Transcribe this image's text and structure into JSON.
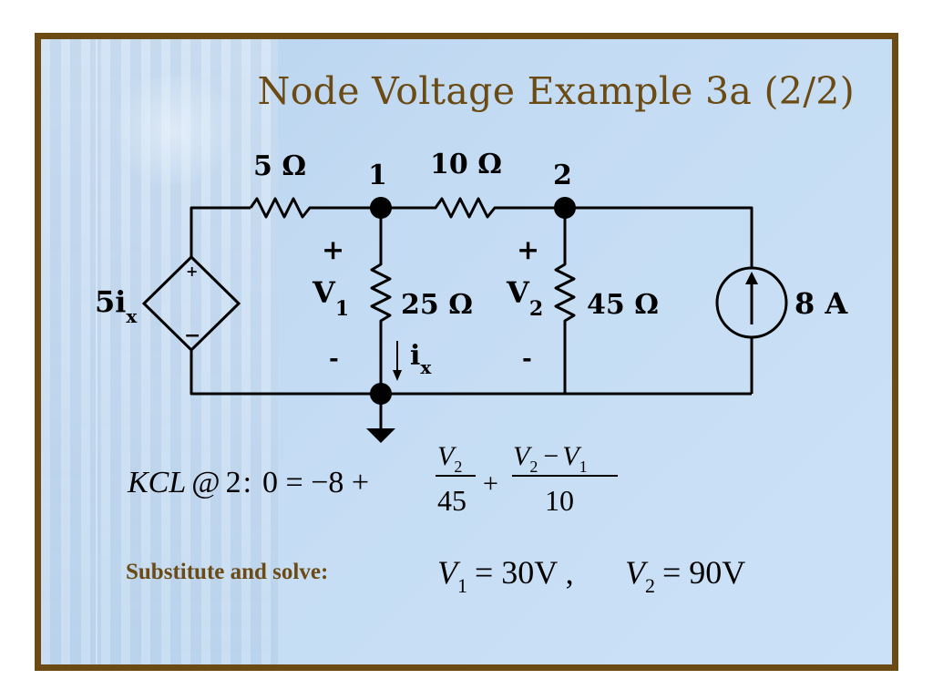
{
  "slide": {
    "title": "Node Voltage Example 3a (2/2)"
  },
  "circuit": {
    "resistor_5": "5 Ω",
    "resistor_10": "10 Ω",
    "resistor_25": "25 Ω",
    "resistor_45": "45 Ω",
    "node_1": "1",
    "node_2": "2",
    "dependent_source": "5i",
    "dependent_source_sub": "x",
    "dep_plus": "+",
    "dep_minus": "−",
    "current_source": "8 A",
    "v1": "V",
    "v1_sub": "1",
    "v2": "V",
    "v2_sub": "2",
    "plus": "+",
    "minus": "-",
    "ix": "i",
    "ix_sub": "x"
  },
  "equation": {
    "lhs": "KCL",
    "at": "@",
    "node": "2",
    "colon": ":",
    "expr": "0 = −8 +",
    "frac1_num": "V",
    "frac1_num_sub": "2",
    "frac1_den": "45",
    "plus": "+",
    "frac2_num_a": "V",
    "frac2_num_a_sub": "2",
    "frac2_minus": "−",
    "frac2_num_b": "V",
    "frac2_num_b_sub": "1",
    "frac2_den": "10"
  },
  "solution": {
    "label": "Substitute and solve:",
    "v1": "V",
    "v1_sub": "1",
    "v1_val": "= 30V ,",
    "v2": "V",
    "v2_sub": "2",
    "v2_val": "= 90V"
  },
  "colors": {
    "frame_border": "#6b4a14",
    "title": "#6b4a14",
    "background": "#c4dcf3"
  }
}
